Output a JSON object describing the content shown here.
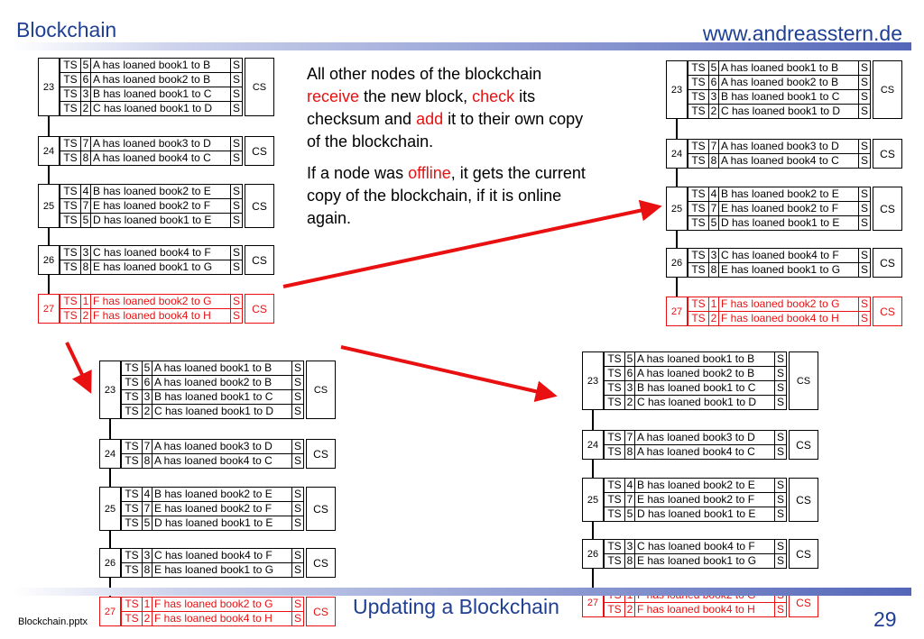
{
  "header": {
    "title": "Blockchain",
    "site": "www.andreasstern.de"
  },
  "footer": {
    "file": "Blockchain.pptx",
    "title": "Updating a Blockchain",
    "page": "29"
  },
  "text": {
    "p1": {
      "t1": "All other nodes of the blockchain ",
      "h1": "receive",
      "t2": " the new block, ",
      "h2": "check",
      "t3": " its checksum and ",
      "h3": "add",
      "t4": " it to their own copy of the blockchain."
    },
    "p2": {
      "t1": "If a node was ",
      "h1": "offline",
      "t2": ", it gets the current copy of the blockchain, if it is online again."
    }
  },
  "labels": {
    "ts": "TS",
    "s": "S",
    "cs": "CS"
  },
  "blocks": [
    {
      "num": "23",
      "tx": [
        {
          "n": "5",
          "text": "A has loaned book1 to B"
        },
        {
          "n": "6",
          "text": "A has loaned book2 to B"
        },
        {
          "n": "3",
          "text": "B has loaned book1 to C"
        },
        {
          "n": "2",
          "text": "C has loaned book1 to D"
        }
      ]
    },
    {
      "num": "24",
      "tx": [
        {
          "n": "7",
          "text": "A has loaned book3 to D"
        },
        {
          "n": "8",
          "text": "A has loaned book4 to C"
        }
      ]
    },
    {
      "num": "25",
      "tx": [
        {
          "n": "4",
          "text": "B has loaned book2 to E"
        },
        {
          "n": "7",
          "text": "E has loaned book2 to F"
        },
        {
          "n": "5",
          "text": "D has loaned book1 to E"
        }
      ]
    },
    {
      "num": "26",
      "tx": [
        {
          "n": "3",
          "text": "C has loaned book4 to F"
        },
        {
          "n": "8",
          "text": "E has loaned book1 to G"
        }
      ]
    },
    {
      "num": "27",
      "tx": [
        {
          "n": "1",
          "text": "F has loaned book2 to G"
        },
        {
          "n": "2",
          "text": "F has loaned book4 to H"
        }
      ]
    }
  ],
  "colors": {
    "accent": "#1f3f93",
    "new_block": "#e81010",
    "arrow": "#e81010"
  }
}
